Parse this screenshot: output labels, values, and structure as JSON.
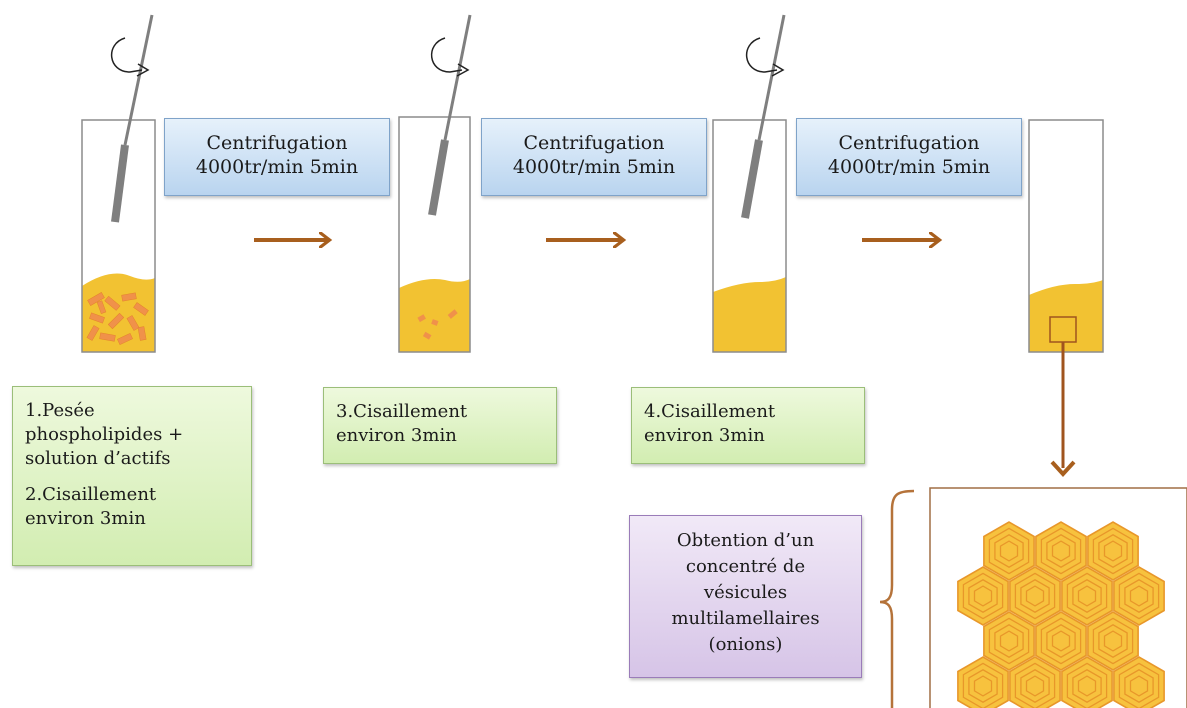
{
  "centrifugation_boxes": [
    {
      "line1": "Centrifugation",
      "line2": "4000tr/min 5min"
    },
    {
      "line1": "Centrifugation",
      "line2": "4000tr/min 5min"
    },
    {
      "line1": "Centrifugation",
      "line2": "4000tr/min 5min"
    }
  ],
  "step1": {
    "lines": [
      "1.Pesée",
      "phospholipides +",
      "solution d’actifs"
    ],
    "step2_lines": [
      "2.Cisaillement",
      "environ 3min"
    ]
  },
  "step3": {
    "lines": [
      "3.Cisaillement",
      "environ 3min"
    ]
  },
  "step4": {
    "lines": [
      "4.Cisaillement",
      "environ 3min"
    ]
  },
  "result": {
    "lines": [
      "Obtention d’un",
      "concentré de",
      "vésicules",
      "multilamellaires",
      "(onions)"
    ]
  },
  "colors": {
    "tube_outline": "#8c8c8c",
    "liquid": "#f2c232",
    "particle": "#f0914a",
    "arrow": "#a85f1e",
    "rod": "#7f7f7f",
    "hexagon_fill": "#f7c23e",
    "hexagon_stroke": "#e8972a",
    "frame": "#a06e45"
  }
}
